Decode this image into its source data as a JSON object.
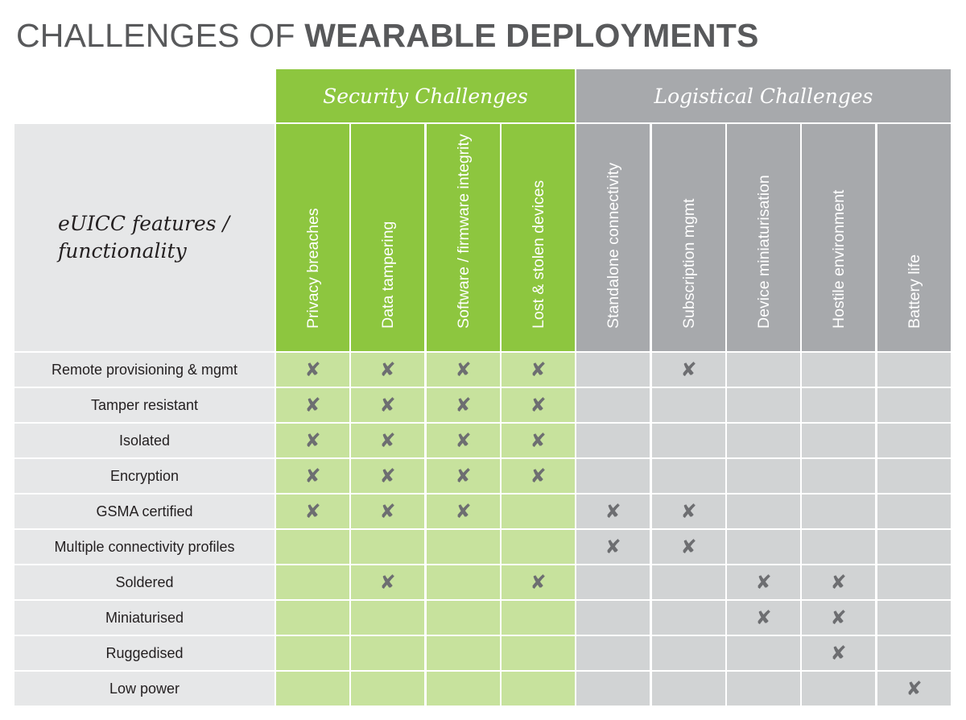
{
  "title": {
    "light": "CHALLENGES OF",
    "bold": "WEARABLE DEPLOYMENTS"
  },
  "groups": [
    {
      "label": "Security Challenges",
      "color": "#8dc63f"
    },
    {
      "label": "Logistical Challenges",
      "color": "#a7a9ac"
    }
  ],
  "corner_label": "eUICC features / functionality",
  "columns": [
    {
      "label": "Privacy breaches",
      "group": 0
    },
    {
      "label": "Data tampering",
      "group": 0
    },
    {
      "label": "Software / firmware integrity",
      "group": 0
    },
    {
      "label": "Lost & stolen devices",
      "group": 0
    },
    {
      "label": "Standalone connectivity",
      "group": 1
    },
    {
      "label": "Subscription mgmt",
      "group": 1
    },
    {
      "label": "Device miniaturisation",
      "group": 1
    },
    {
      "label": "Hostile environment",
      "group": 1
    },
    {
      "label": "Battery life",
      "group": 1
    }
  ],
  "mark_symbol": "✘",
  "rows": [
    {
      "label": "Remote provisioning & mgmt",
      "marks": [
        1,
        1,
        1,
        1,
        0,
        1,
        0,
        0,
        0
      ]
    },
    {
      "label": "Tamper resistant",
      "marks": [
        1,
        1,
        1,
        1,
        0,
        0,
        0,
        0,
        0
      ]
    },
    {
      "label": "Isolated",
      "marks": [
        1,
        1,
        1,
        1,
        0,
        0,
        0,
        0,
        0
      ]
    },
    {
      "label": "Encryption",
      "marks": [
        1,
        1,
        1,
        1,
        0,
        0,
        0,
        0,
        0
      ]
    },
    {
      "label": "GSMA certified",
      "marks": [
        1,
        1,
        1,
        0,
        1,
        1,
        0,
        0,
        0
      ]
    },
    {
      "label": "Multiple connectivity profiles",
      "marks": [
        0,
        0,
        0,
        0,
        1,
        1,
        0,
        0,
        0
      ]
    },
    {
      "label": "Soldered",
      "marks": [
        0,
        1,
        0,
        1,
        0,
        0,
        1,
        1,
        0
      ]
    },
    {
      "label": "Miniaturised",
      "marks": [
        0,
        0,
        0,
        0,
        0,
        0,
        1,
        1,
        0
      ]
    },
    {
      "label": "Ruggedised",
      "marks": [
        0,
        0,
        0,
        0,
        0,
        0,
        0,
        1,
        0
      ]
    },
    {
      "label": "Low power",
      "marks": [
        0,
        0,
        0,
        0,
        0,
        0,
        0,
        0,
        1
      ]
    }
  ],
  "colors": {
    "security_header": "#8dc63f",
    "security_cell": "#c7e29d",
    "logistic_header": "#a7a9ac",
    "logistic_cell": "#d1d3d4",
    "label_bg": "#e6e7e8",
    "mark": "#6d6e71"
  }
}
